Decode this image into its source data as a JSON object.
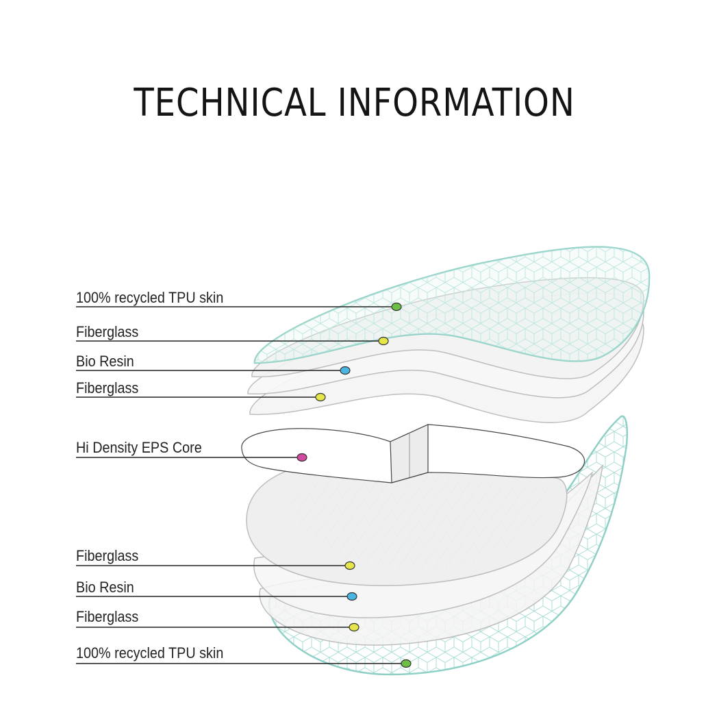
{
  "title": "TECHNICAL INFORMATION",
  "colors": {
    "tpu_skin": "#8fd0c6",
    "fiberglass_dot": "#e6e64a",
    "bio_resin_dot": "#49b5e0",
    "core_dot": "#d14aa0",
    "tpu_dot": "#6cbf45",
    "layer_outline": "#bdbdbd"
  },
  "layers": [
    {
      "label": "100% recycled TPU skin",
      "dot": "green"
    },
    {
      "label": "Fiberglass",
      "dot": "yellow"
    },
    {
      "label": "Bio Resin",
      "dot": "blue"
    },
    {
      "label": "Fiberglass",
      "dot": "yellow"
    },
    {
      "label": "Hi Density EPS Core",
      "dot": "magenta"
    },
    {
      "label": "Fiberglass",
      "dot": "yellow"
    },
    {
      "label": "Bio Resin",
      "dot": "blue"
    },
    {
      "label": "Fiberglass",
      "dot": "yellow"
    },
    {
      "label": "100% recycled TPU skin",
      "dot": "green"
    }
  ]
}
